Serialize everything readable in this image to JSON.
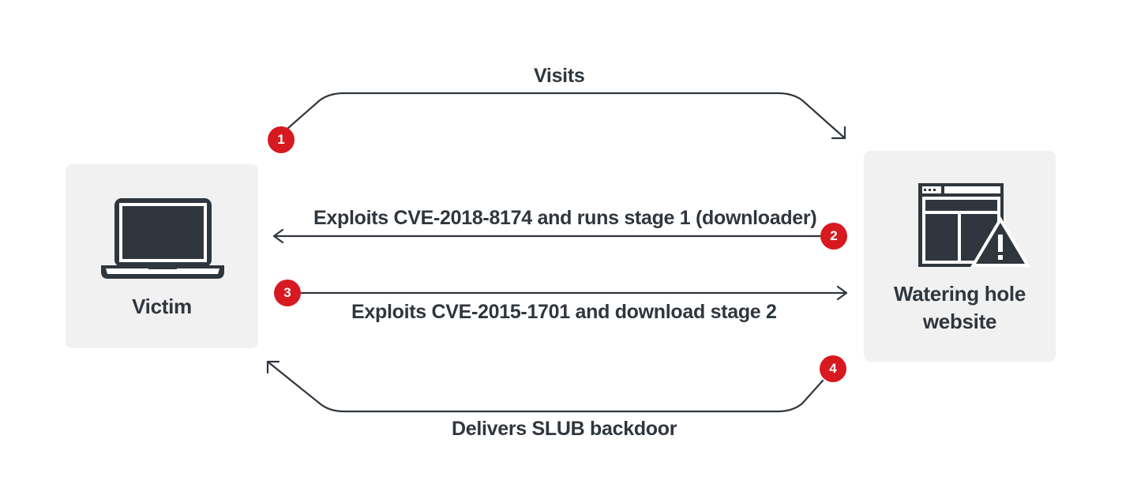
{
  "nodes": {
    "victim": {
      "label": "Victim",
      "icon": "laptop-icon"
    },
    "website": {
      "label_line1": "Watering hole",
      "label_line2": "website",
      "icon": "website-warning-icon"
    }
  },
  "edges": [
    {
      "step": "1",
      "label": "Visits",
      "from": "victim",
      "to": "website"
    },
    {
      "step": "2",
      "label": "Exploits CVE-2018-8174 and runs stage 1 (downloader)",
      "from": "website",
      "to": "victim"
    },
    {
      "step": "3",
      "label": "Exploits CVE-2015-1701 and download stage 2",
      "from": "victim",
      "to": "website"
    },
    {
      "step": "4",
      "label": "Delivers SLUB backdoor",
      "from": "website",
      "to": "victim"
    }
  ],
  "colors": {
    "text": "#30363d",
    "badge": "#d71920",
    "node_background": "#f1f1f1",
    "icon": "#30363d"
  }
}
